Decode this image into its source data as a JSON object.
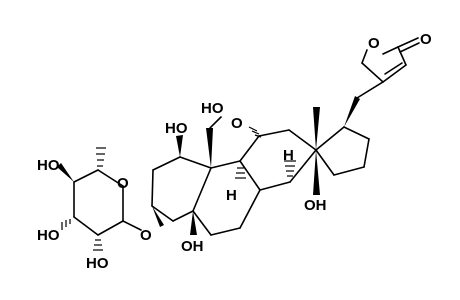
{
  "molecule": {
    "labels": {
      "lactone_ring_o": "O",
      "lactone_carbonyl_o": "O",
      "c19_hydroxy": "HO",
      "c11_hydroxy": "O",
      "c1_hydroxy": "HO",
      "c8_h": "H",
      "c9_h": "H",
      "c14_hydroxy": "OH",
      "c5_hydroxy": "OH",
      "sugar_ring_o": "O",
      "glycosidic_o": "O",
      "sugar_oh_4": "HO",
      "sugar_oh_3": "HO",
      "sugar_oh_2": "HO"
    }
  }
}
